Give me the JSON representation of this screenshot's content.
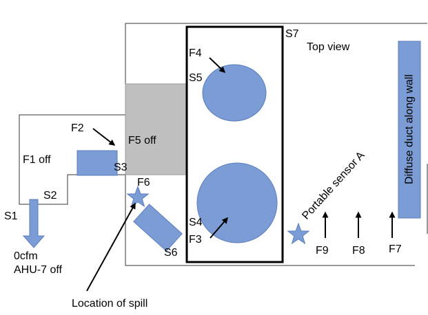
{
  "labels": {
    "s1": "S1",
    "s2": "S2",
    "s3": "S3",
    "s4": "S4",
    "s5": "S5",
    "s6": "S6",
    "s7": "S7",
    "f1": "F1 off",
    "f2": "F2",
    "f3": "F3",
    "f4": "F4",
    "f5": "F5 off",
    "f6": "F6",
    "f7": "F7",
    "f8": "F8",
    "f9": "F9",
    "top_view": "Top view",
    "airflow": "0cfm",
    "ahu": "AHU-7 off",
    "spill_location": "Location of spill",
    "portable_sensor": "Portable sensor A",
    "diffuse_duct": "Diffuse duct along wall"
  },
  "colors": {
    "equipment_blue": "#7B9CD4",
    "equipment_stroke": "#5A7DBE",
    "gray_zone": "#BFBFBF",
    "gray_stroke": "#999999",
    "line": "#000000",
    "thin_line": "#333333"
  },
  "icons": {
    "spill_marker": "star-icon",
    "sensor_marker": "star-icon",
    "flow_arrow": "arrow-down-icon"
  }
}
